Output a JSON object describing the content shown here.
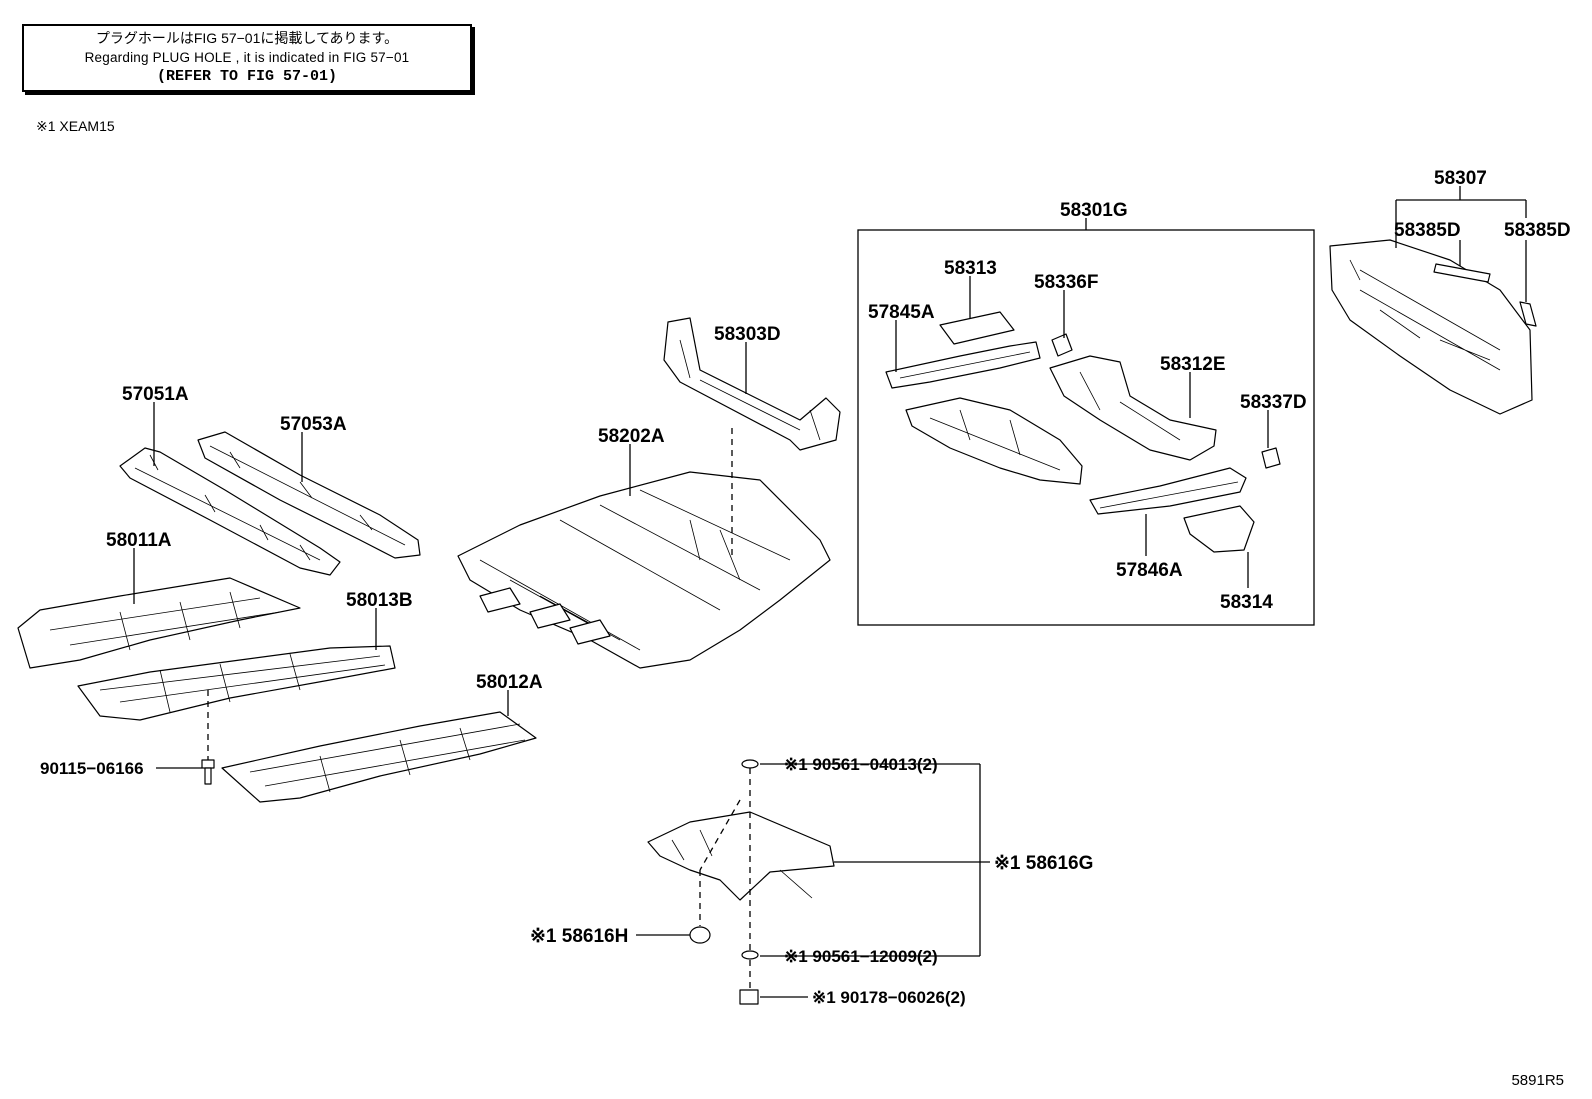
{
  "note": {
    "jp": "プラグホールはFIG 57−01に掲載してあります。",
    "en": "Regarding  PLUG  HOLE , it is indicated in FIG  57−01",
    "ref": "(REFER TO FIG 57-01)"
  },
  "footnote": "※1 XEAM15",
  "figure_code": "5891R5",
  "parts": {
    "p57051A": "57051A",
    "p57053A": "57053A",
    "p58011A": "58011A",
    "p58013B": "58013B",
    "p58012A": "58012A",
    "p90115": "90115−06166",
    "p58202A": "58202A",
    "p58303D": "58303D",
    "p58301G": "58301G",
    "p58313": "58313",
    "p58336F": "58336F",
    "p57845A": "57845A",
    "p58312E": "58312E",
    "p58337D": "58337D",
    "p57846A": "57846A",
    "p58314": "58314",
    "p58307": "58307",
    "p58385D_a": "58385D",
    "p58385D_b": "58385D",
    "p90561_04013": "※1 90561−04013(2)",
    "p58616G": "※1 58616G",
    "p58616H": "※1 58616H",
    "p90561_12009": "※1 90561−12009(2)",
    "p90178": "※1 90178−06026(2)"
  }
}
